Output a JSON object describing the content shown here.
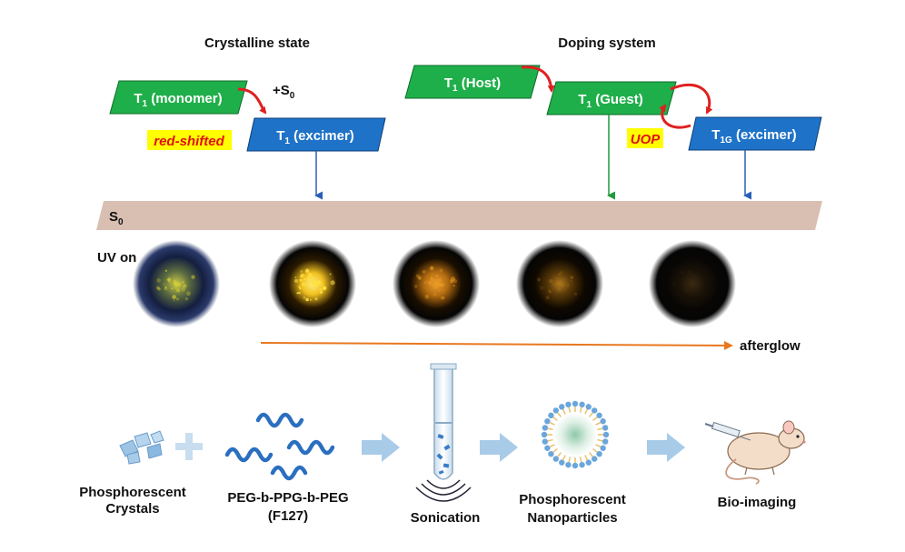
{
  "sections": {
    "crystalline_title": "Crystalline state",
    "doping_title": "Doping system"
  },
  "crystalline": {
    "monomer": {
      "sym": "T",
      "sub": "1",
      "rest": " (monomer)"
    },
    "excimer": {
      "sym": "T",
      "sub": "1",
      "rest": " (excimer)"
    },
    "plus_s0": {
      "sym": "+S",
      "sub": "0"
    },
    "red_shifted": "red-shifted"
  },
  "doping": {
    "host": {
      "sym": "T",
      "sub": "1",
      "rest": " (Host)"
    },
    "guest": {
      "sym": "T",
      "sub": "1",
      "rest": " (Guest)"
    },
    "excimer": {
      "sym": "T",
      "sub": "1G",
      "rest": " (excimer)"
    },
    "uop": "UOP"
  },
  "ground_state": {
    "sym": "S",
    "sub": "0"
  },
  "uv_on": "UV on",
  "afterglow": "afterglow",
  "afterglow_samples": [
    {
      "core": "#d8d030",
      "bg": "#1a2a55",
      "intensity": 0.7
    },
    {
      "core": "#ffe040",
      "bg": "#000000",
      "intensity": 1.0
    },
    {
      "core": "#e89a20",
      "bg": "#000000",
      "intensity": 0.75
    },
    {
      "core": "#a87018",
      "bg": "#000000",
      "intensity": 0.45
    },
    {
      "core": "#3a2a10",
      "bg": "#000000",
      "intensity": 0.15
    }
  ],
  "process": {
    "crystals_label": [
      "Phosphorescent",
      "Crystals"
    ],
    "f127_label": [
      "PEG-b-PPG-b-PEG",
      "(F127)"
    ],
    "sonication_label": "Sonication",
    "nanoparticles_label": [
      "Phosphorescent",
      "Nanoparticles"
    ],
    "bioimaging_label": "Bio-imaging"
  },
  "colors": {
    "green_box": "#1faf4a",
    "blue_box": "#1e73c8",
    "red_arrow": "#e02020",
    "band": "#d8bfb2",
    "highlight": "#ffff00",
    "highlight_text": "#e01010",
    "afterglow_arrow": "#e87820",
    "process_arrow": "#a8cbe8"
  }
}
